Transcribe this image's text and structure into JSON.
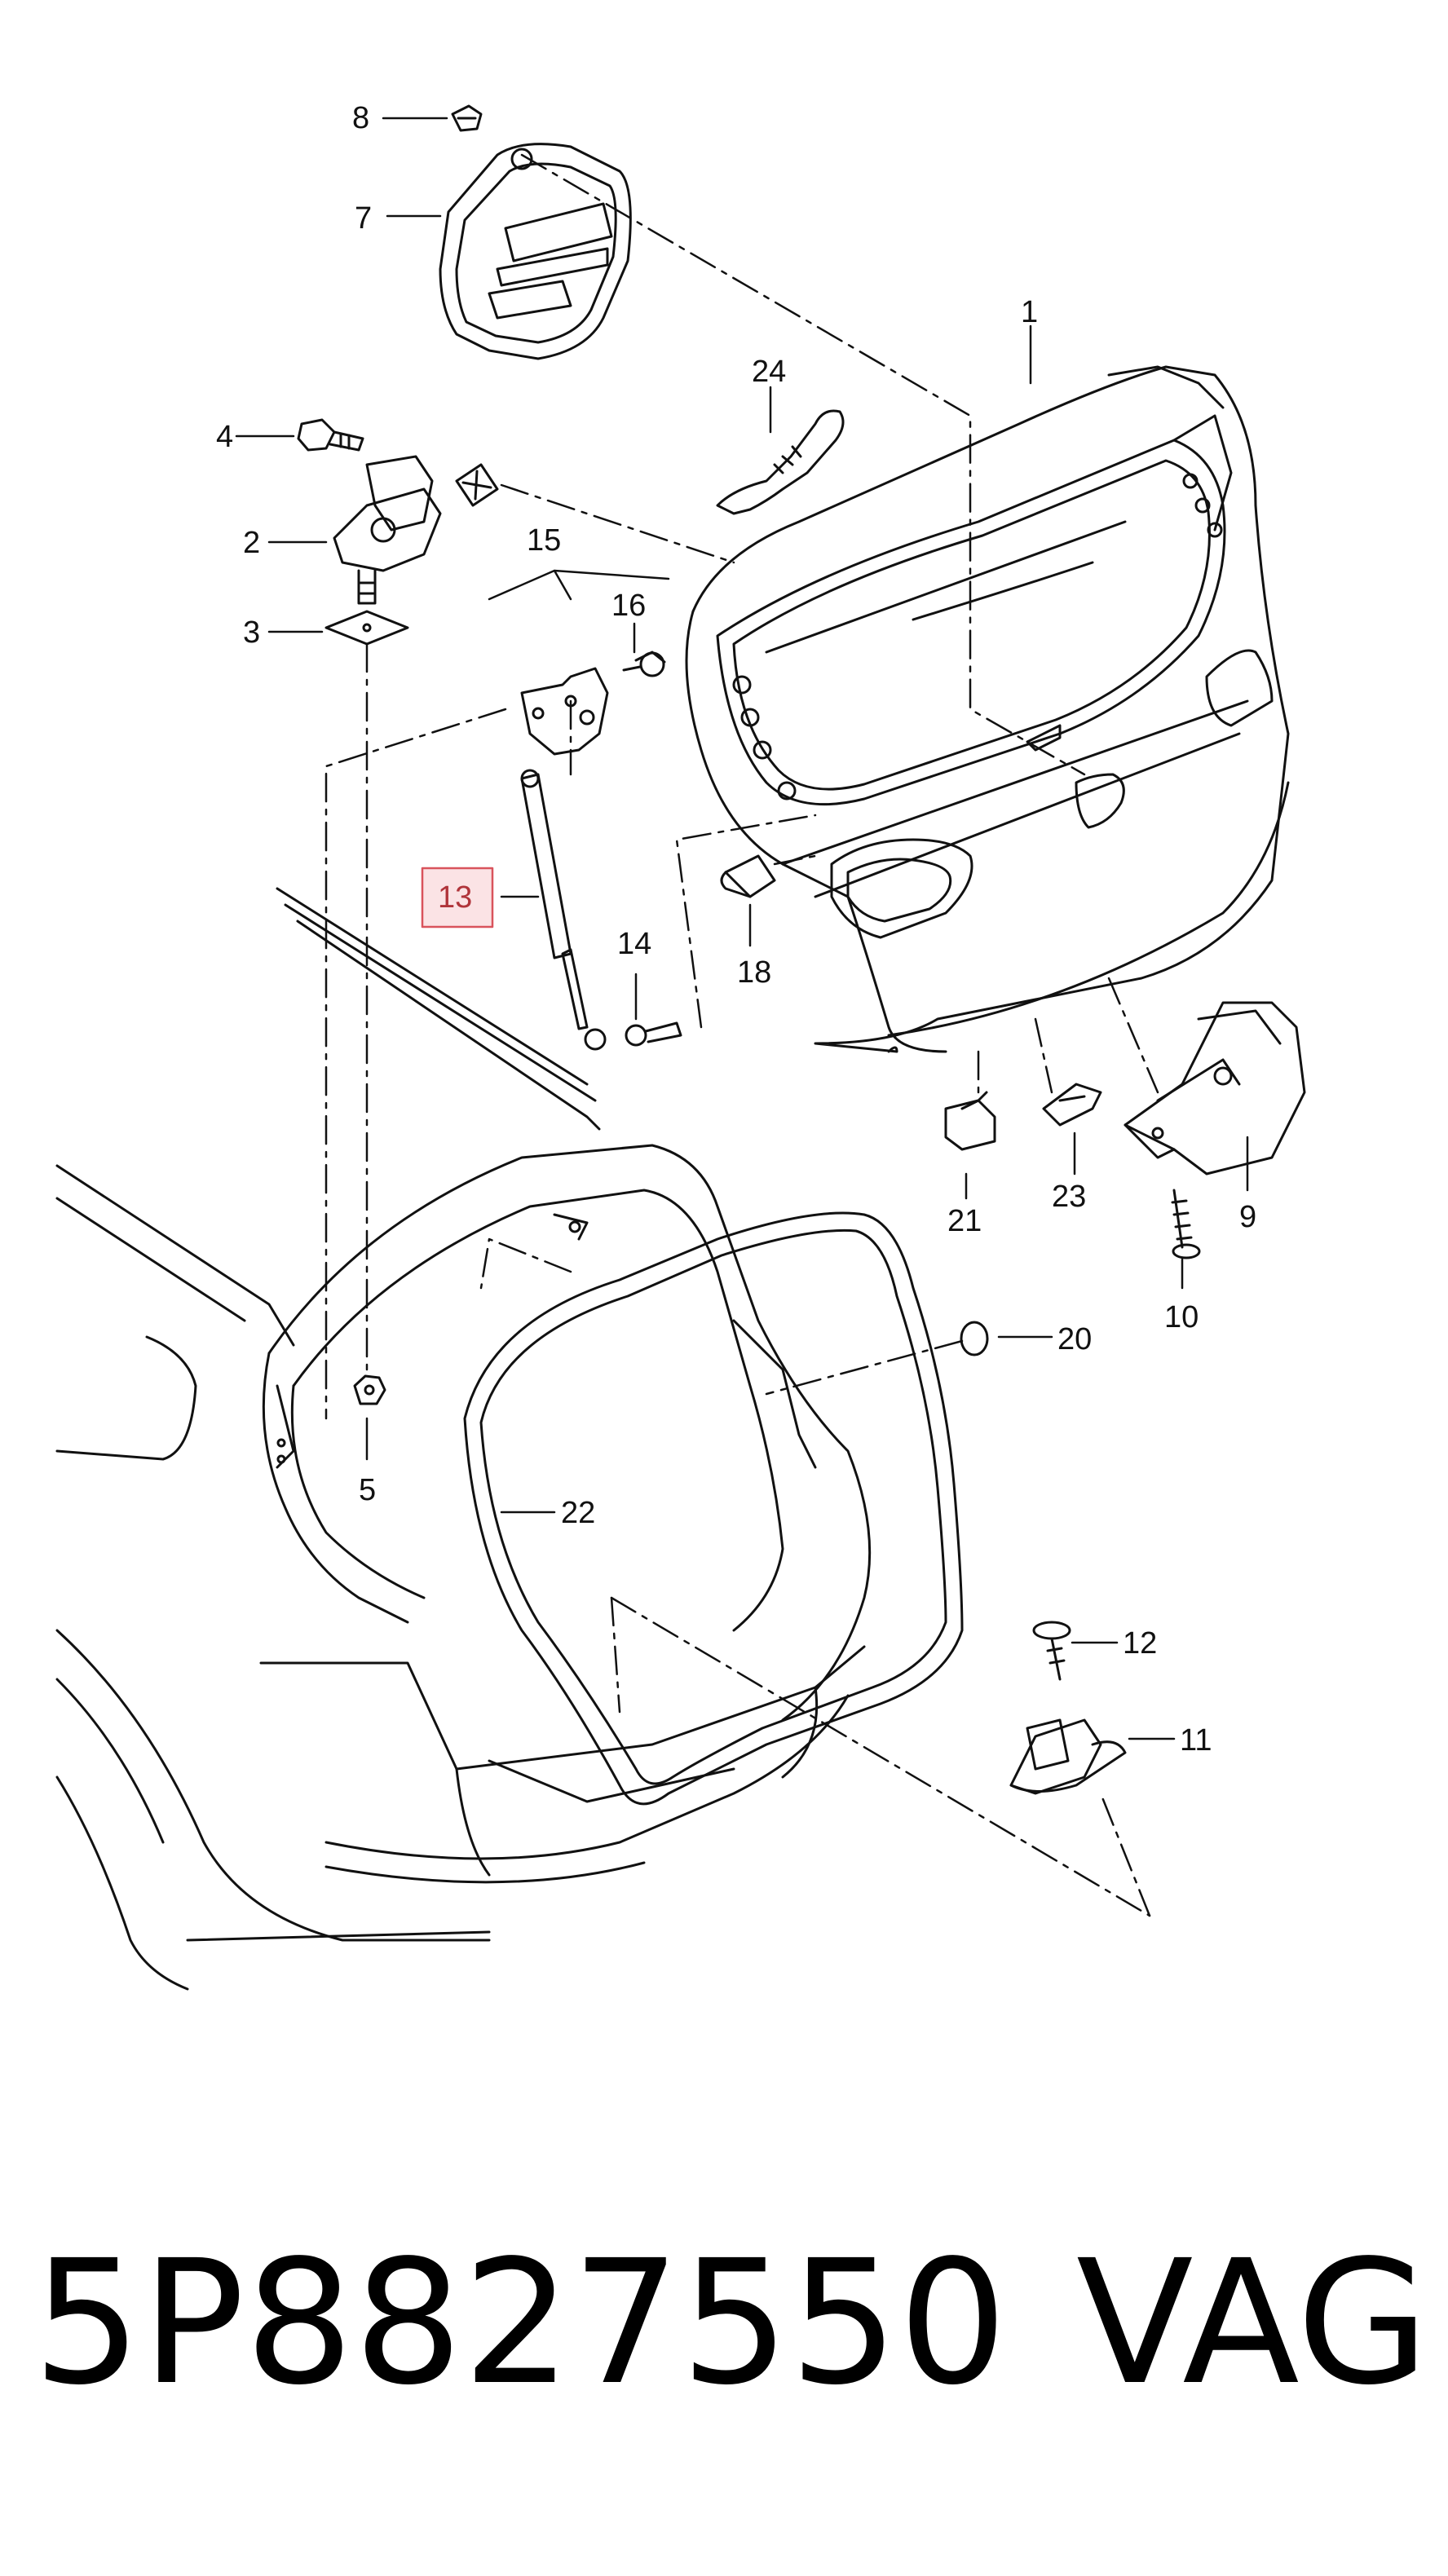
{
  "diagram": {
    "callouts": {
      "c1": "1",
      "c2": "2",
      "c3": "3",
      "c4": "4",
      "c5": "5",
      "c7": "7",
      "c8": "8",
      "c9": "9",
      "c10": "10",
      "c11": "11",
      "c12": "12",
      "c13": "13",
      "c14": "14",
      "c15": "15",
      "c16": "16",
      "c18": "18",
      "c20": "20",
      "c21": "21",
      "c22": "22",
      "c23": "23",
      "c24": "24"
    },
    "highlighted_part": "13",
    "highlight_color": "#d9535c"
  },
  "footer": {
    "part_number": "5P8827550",
    "brand": "VAG"
  }
}
